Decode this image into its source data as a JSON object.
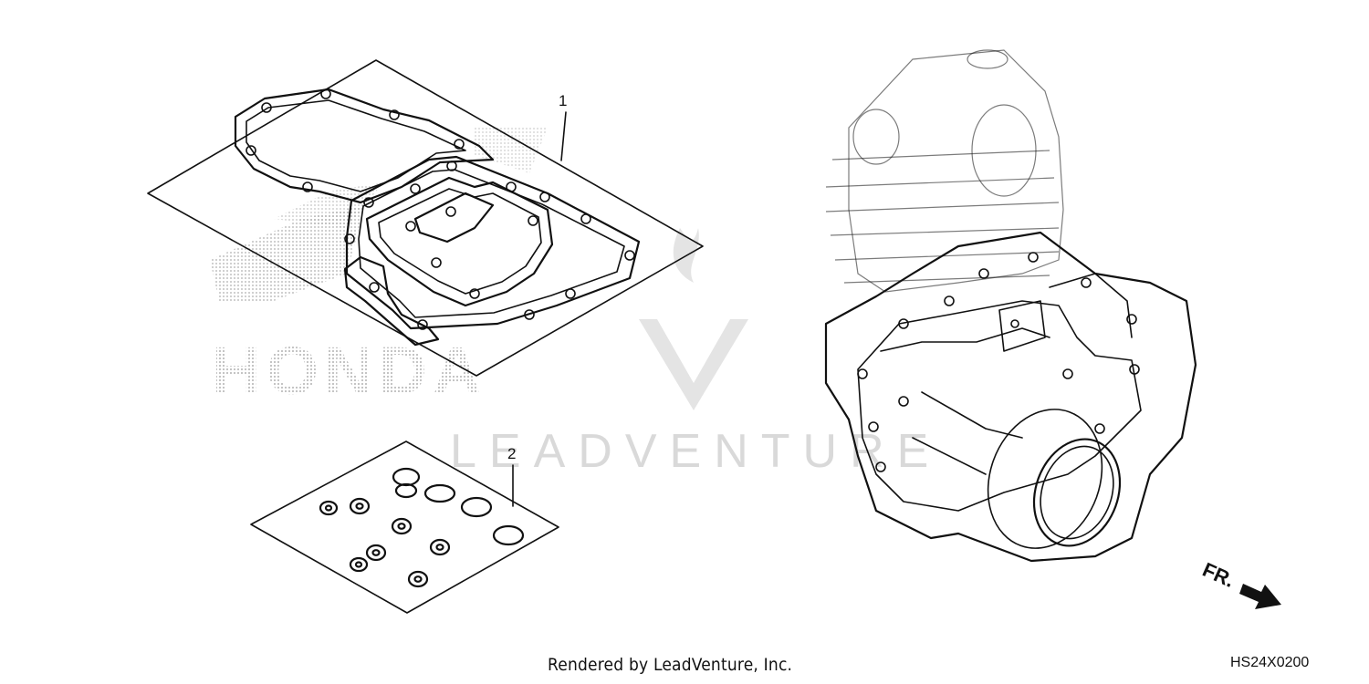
{
  "diagram": {
    "callouts": [
      {
        "id": "1",
        "label": "1"
      },
      {
        "id": "2",
        "label": "2"
      }
    ],
    "front_marker": "FR.",
    "brand_mark": "HONDA",
    "watermark": "LEADVENTURE",
    "credit": "Rendered by LeadVenture, Inc.",
    "diagram_code": "HS24X0200"
  },
  "colors": {
    "line": "#111111",
    "watermark": "#d9d9d9",
    "background": "#ffffff"
  }
}
